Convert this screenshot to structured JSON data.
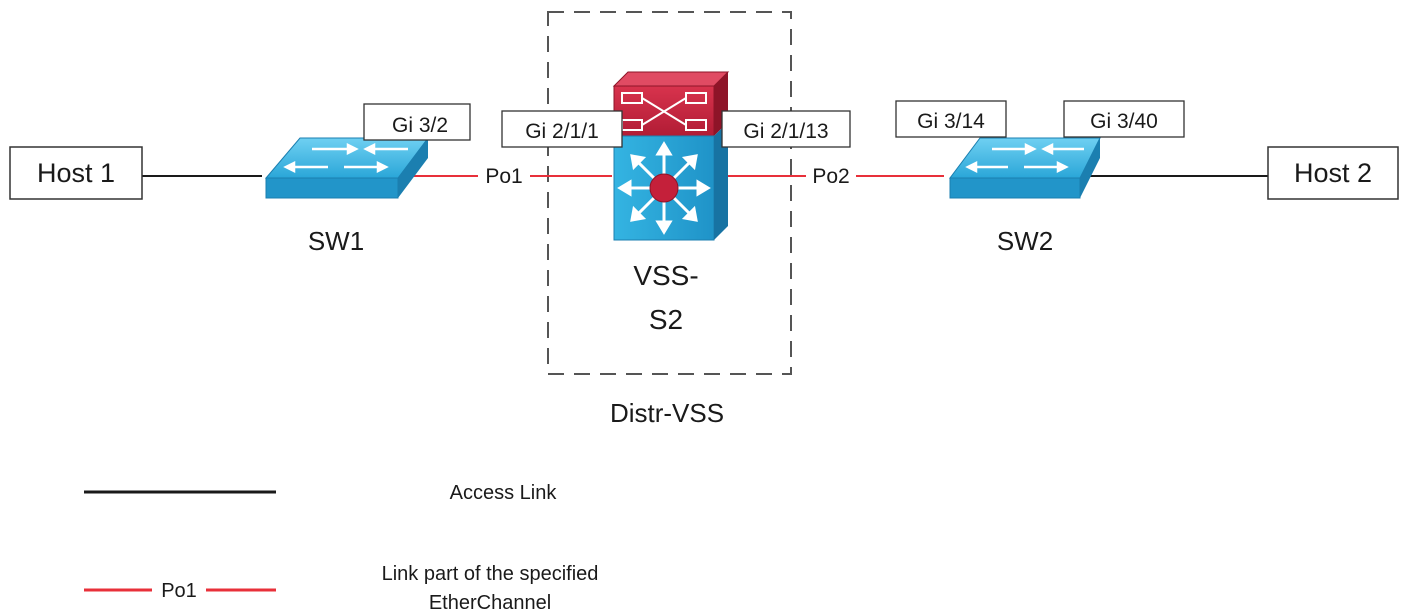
{
  "colors": {
    "access_link": "#1a1a1a",
    "etherchannel_link": "#e8303a",
    "switch_blue": "#2aa6d8",
    "switch_dark": "#1b7fb0",
    "core_red": "#c4203a",
    "core_dark": "#8e1428",
    "dash_border": "#555555"
  },
  "hosts": [
    {
      "id": "host1",
      "label": "Host 1"
    },
    {
      "id": "host2",
      "label": "Host 2"
    }
  ],
  "switches": [
    {
      "id": "sw1",
      "label": "SW1",
      "icon": "layer2-switch-icon"
    },
    {
      "id": "sw2",
      "label": "SW2",
      "icon": "layer2-switch-icon"
    }
  ],
  "core": {
    "label_line1": "VSS-",
    "label_line2": "S2",
    "icon": "vss-core-switch-icon",
    "group_label": "Distr-VSS"
  },
  "interfaces": {
    "sw1_uplink": "Gi 3/2",
    "vss_left": "Gi 2/1/1",
    "vss_right": "Gi 2/1/13",
    "sw2_uplink": "Gi 3/14",
    "sw2_host": "Gi 3/40"
  },
  "links": {
    "po1": "Po1",
    "po2": "Po2"
  },
  "legend": {
    "access_label": "Access Link",
    "ether_sample": "Po1",
    "ether_label_line1": "Link part of the specified",
    "ether_label_line2": "EtherChannel"
  }
}
